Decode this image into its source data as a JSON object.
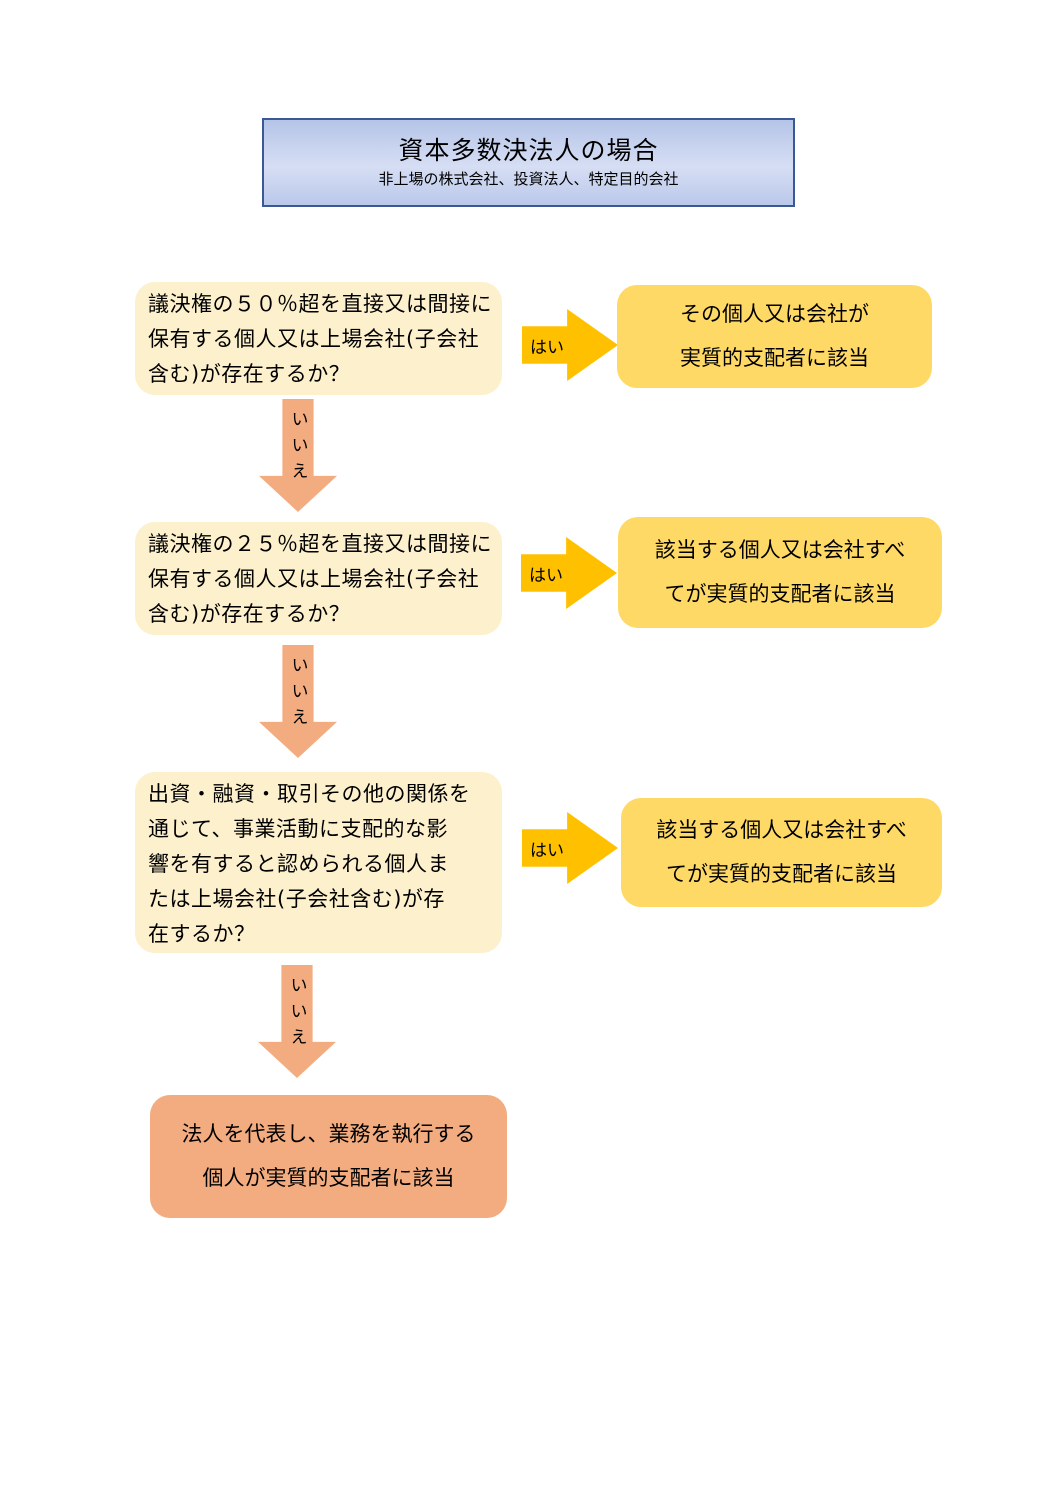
{
  "title": {
    "heading": "資本多数決法人の場合",
    "subheading": "非上場の株式会社、投資法人、特定目的会社"
  },
  "steps": [
    {
      "question": "議決権の５０％超を直接又は間接に\n保有する個人又は上場会社(子会社\n含む)が存在するか？",
      "yes_label": "はい",
      "no_label": "いいえ",
      "result_line1": "その個人又は会社が",
      "result_line2": "実質的支配者に該当"
    },
    {
      "question": "議決権の２５％超を直接又は間接に\n保有する個人又は上場会社(子会社\n含む)が存在するか？",
      "yes_label": "はい",
      "no_label": "いいえ",
      "result_line1": "該当する個人又は会社すべ",
      "result_line2": "てが実質的支配者に該当"
    },
    {
      "question": "出資・融資・取引その他の関係を\n通じて、事業活動に支配的な影\n響を有すると認められる個人ま\nたは上場会社(子会社含む)が存\n在するか？",
      "yes_label": "はい",
      "no_label": "いいえ",
      "result_line1": "該当する個人又は会社すべ",
      "result_line2": "てが実質的支配者に該当"
    }
  ],
  "final": {
    "line1": "法人を代表し、業務を執行する",
    "line2": "個人が実質的支配者に該当"
  },
  "colors": {
    "title_border": "#3a5894",
    "question_bg": "#fdf0cd",
    "result_bg": "#ffd966",
    "yes_arrow": "#ffc000",
    "no_arrow": "#f2ac80",
    "final_bg": "#f2ac80"
  }
}
